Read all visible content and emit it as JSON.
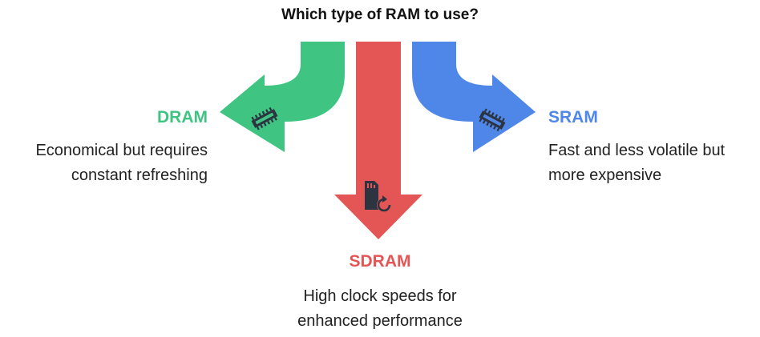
{
  "title": "Which type of RAM to use?",
  "options": {
    "dram": {
      "label": "DRAM",
      "description_line1": "Economical but requires",
      "description_line2": "constant refreshing",
      "color": "#3fc482",
      "icon": "memory-chip-icon"
    },
    "sdram": {
      "label": "SDRAM",
      "description_line1": "High clock speeds for",
      "description_line2": "enhanced performance",
      "color": "#e45555",
      "icon": "sd-card-refresh-icon"
    },
    "sram": {
      "label": "SRAM",
      "description_line1": "Fast and less volatile but",
      "description_line2": "more expensive",
      "color": "#4f87e8",
      "icon": "memory-chip-icon"
    }
  }
}
